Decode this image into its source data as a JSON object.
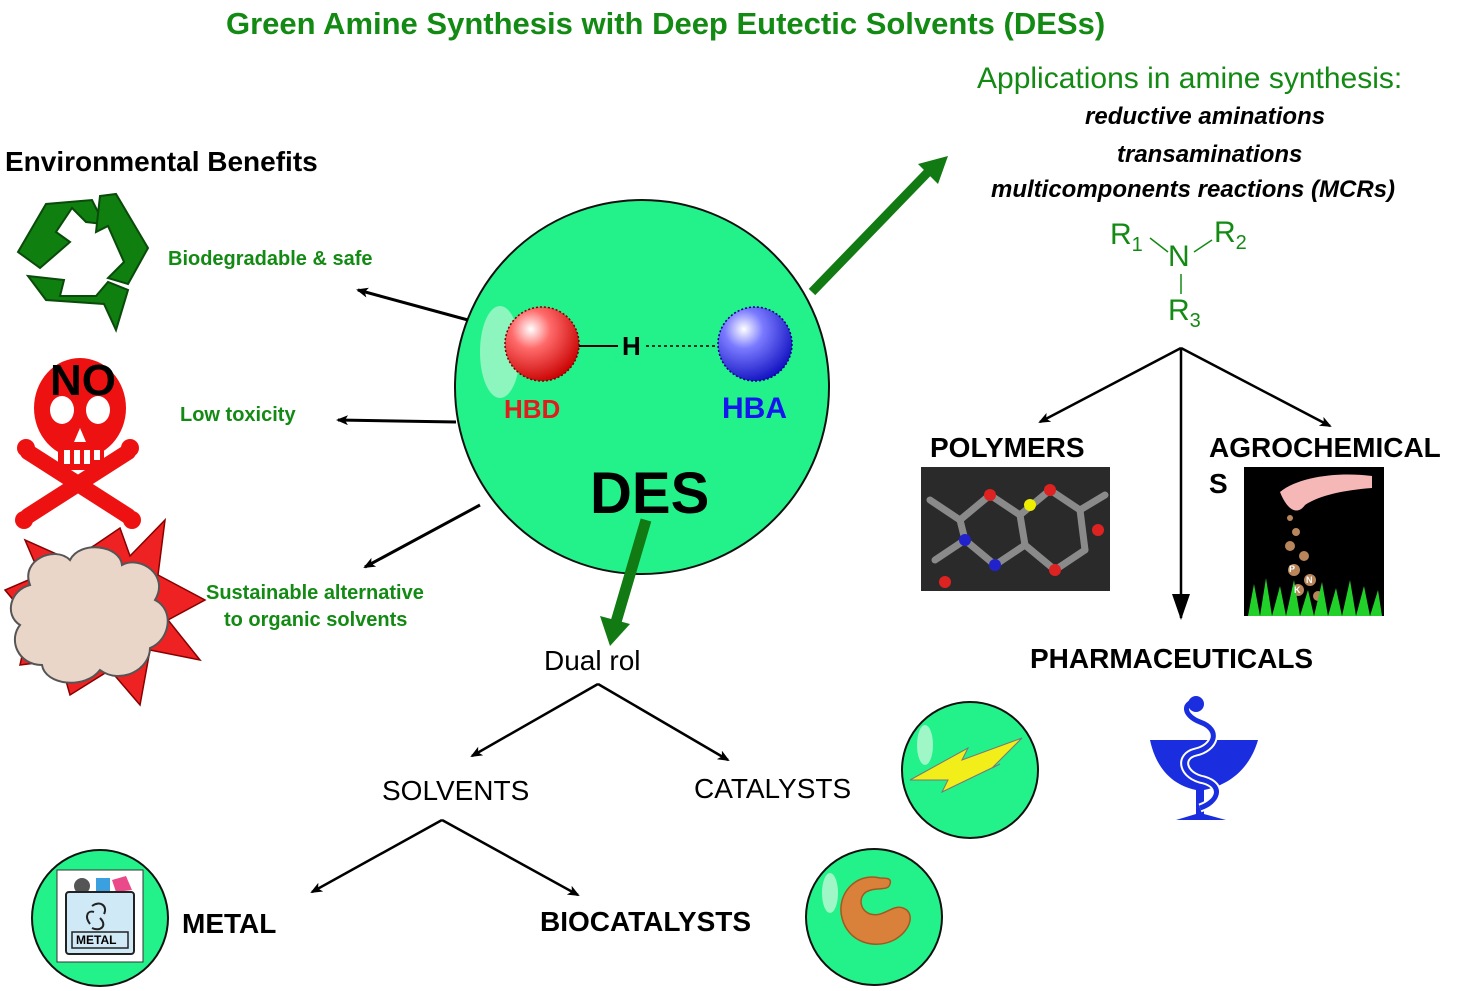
{
  "title": "Green Amine Synthesis with Deep Eutectic Solvents (DESs)",
  "environmental": {
    "heading": "Environmental Benefits",
    "benefit_1": "Biodegradable & safe",
    "benefit_2": "Low toxicity",
    "benefit_3_line1": "Sustainable alternative",
    "benefit_3_line2": "to organic solvents",
    "no_label": "NO",
    "icons": [
      "recycle-icon",
      "skull-crossbones-icon",
      "explosion-icon"
    ]
  },
  "des": {
    "label": "DES",
    "hbd": "HBD",
    "hba": "HBA",
    "h": "H"
  },
  "applications": {
    "heading": "Applications in amine synthesis:",
    "items": [
      "reductive aminations",
      "transaminations",
      "multicomponents reactions (MCRs)"
    ],
    "amine": {
      "n": "N",
      "r": "R",
      "sub1": "1",
      "sub2": "2",
      "sub3": "3"
    },
    "polymers": "POLYMERS",
    "agro_line1": "AGROCHEMICAL",
    "agro_line2": "S",
    "pharma": "PHARMACEUTICALS",
    "fertilizer_letters": [
      "P",
      "N",
      "K"
    ]
  },
  "dual": {
    "label": "Dual rol",
    "solvents": "SOLVENTS",
    "catalysts": "CATALYSTS",
    "metal": "METAL",
    "metal_icon_text": "METAL",
    "biocatalysts": "BIOCATALYSTS"
  },
  "colors": {
    "title_green": "#138a13",
    "sphere_green": "#23f28a",
    "hbd_red": "#e01c1c",
    "hba_blue": "#1515ee",
    "arrow_green": "#127a12"
  }
}
